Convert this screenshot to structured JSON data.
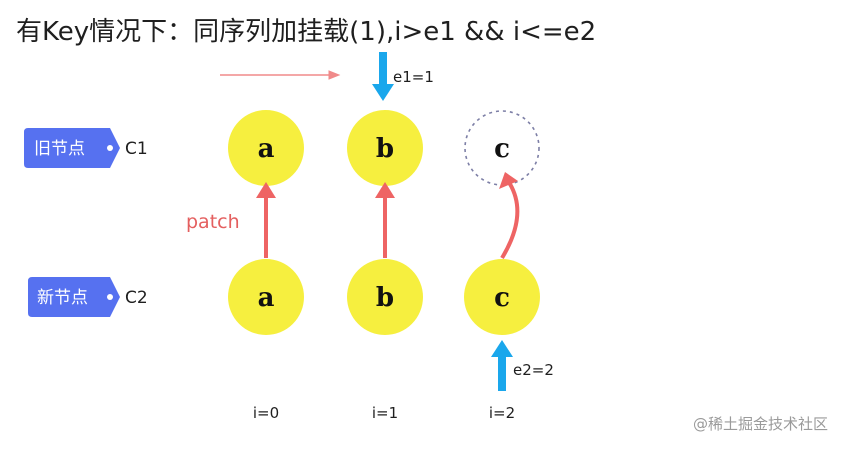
{
  "title": "有Key情况下：同序列加挂载(1),i>e1 && i<=e2",
  "rows": {
    "old": {
      "tag": "旧节点",
      "name": "C1"
    },
    "new": {
      "tag": "新节点",
      "name": "C2"
    }
  },
  "old_nodes": [
    {
      "label": "a",
      "state": "filled"
    },
    {
      "label": "b",
      "state": "filled"
    },
    {
      "label": "c",
      "state": "dashed-placeholder"
    }
  ],
  "new_nodes": [
    {
      "label": "a",
      "state": "filled"
    },
    {
      "label": "b",
      "state": "filled"
    },
    {
      "label": "c",
      "state": "filled"
    }
  ],
  "pointers": {
    "e1": "e1=1",
    "e2": "e2=2"
  },
  "patch_label": "patch",
  "indices": [
    "i=0",
    "i=1",
    "i=2"
  ],
  "watermark": "@稀土掘金技术社区",
  "colors": {
    "node_fill": "#f6ef3f",
    "tag_fill": "#5671f0",
    "arrow_red": "#ee6464",
    "pointer_blue": "#1aa7ec",
    "dashed_ring": "#7d7fa6"
  }
}
